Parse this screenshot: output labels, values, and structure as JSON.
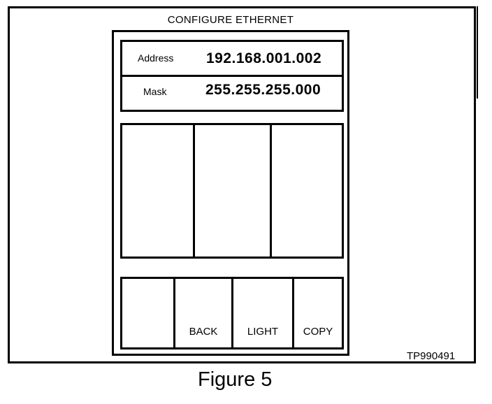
{
  "screen": {
    "title": "CONFIGURE ETHERNET"
  },
  "fields": {
    "address": {
      "label": "Address",
      "value": "192.168.001.002"
    },
    "mask": {
      "label": "Mask",
      "value": "255.255.255.000"
    }
  },
  "buttons": {
    "blank": "",
    "back": "BACK",
    "light": "LIGHT",
    "copy": "COPY"
  },
  "figure": {
    "id": "TP990491",
    "caption": "Figure 5"
  }
}
